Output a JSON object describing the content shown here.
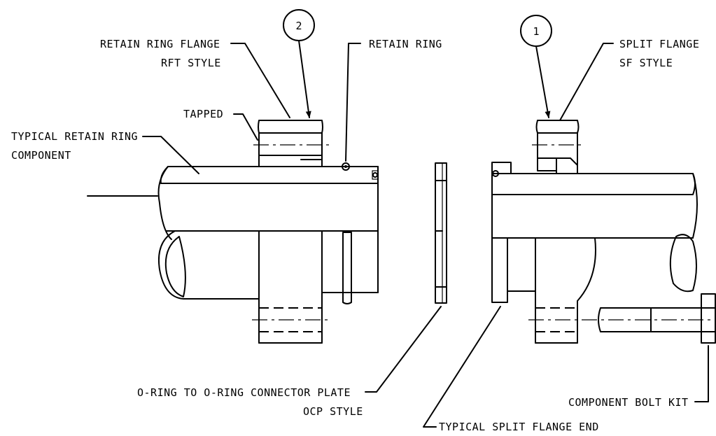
{
  "labels": {
    "retain_ring_flange": "RETAIN RING FLANGE",
    "rft_style": "RFT STYLE",
    "retain_ring": "RETAIN RING",
    "split_flange": "SPLIT FLANGE",
    "sf_style": "SF STYLE",
    "tapped": "TAPPED",
    "typical_retain_ring": "TYPICAL RETAIN RING",
    "component": "COMPONENT",
    "oring_plate": "O-RING TO O-RING CONNECTOR PLATE",
    "ocp_style": "OCP STYLE",
    "component_bolt_kit": "COMPONENT BOLT KIT",
    "typical_split_flange_end": "TYPICAL SPLIT FLANGE END"
  },
  "balloons": {
    "retain_ring_flange_item": "2",
    "split_flange_item": "1"
  }
}
